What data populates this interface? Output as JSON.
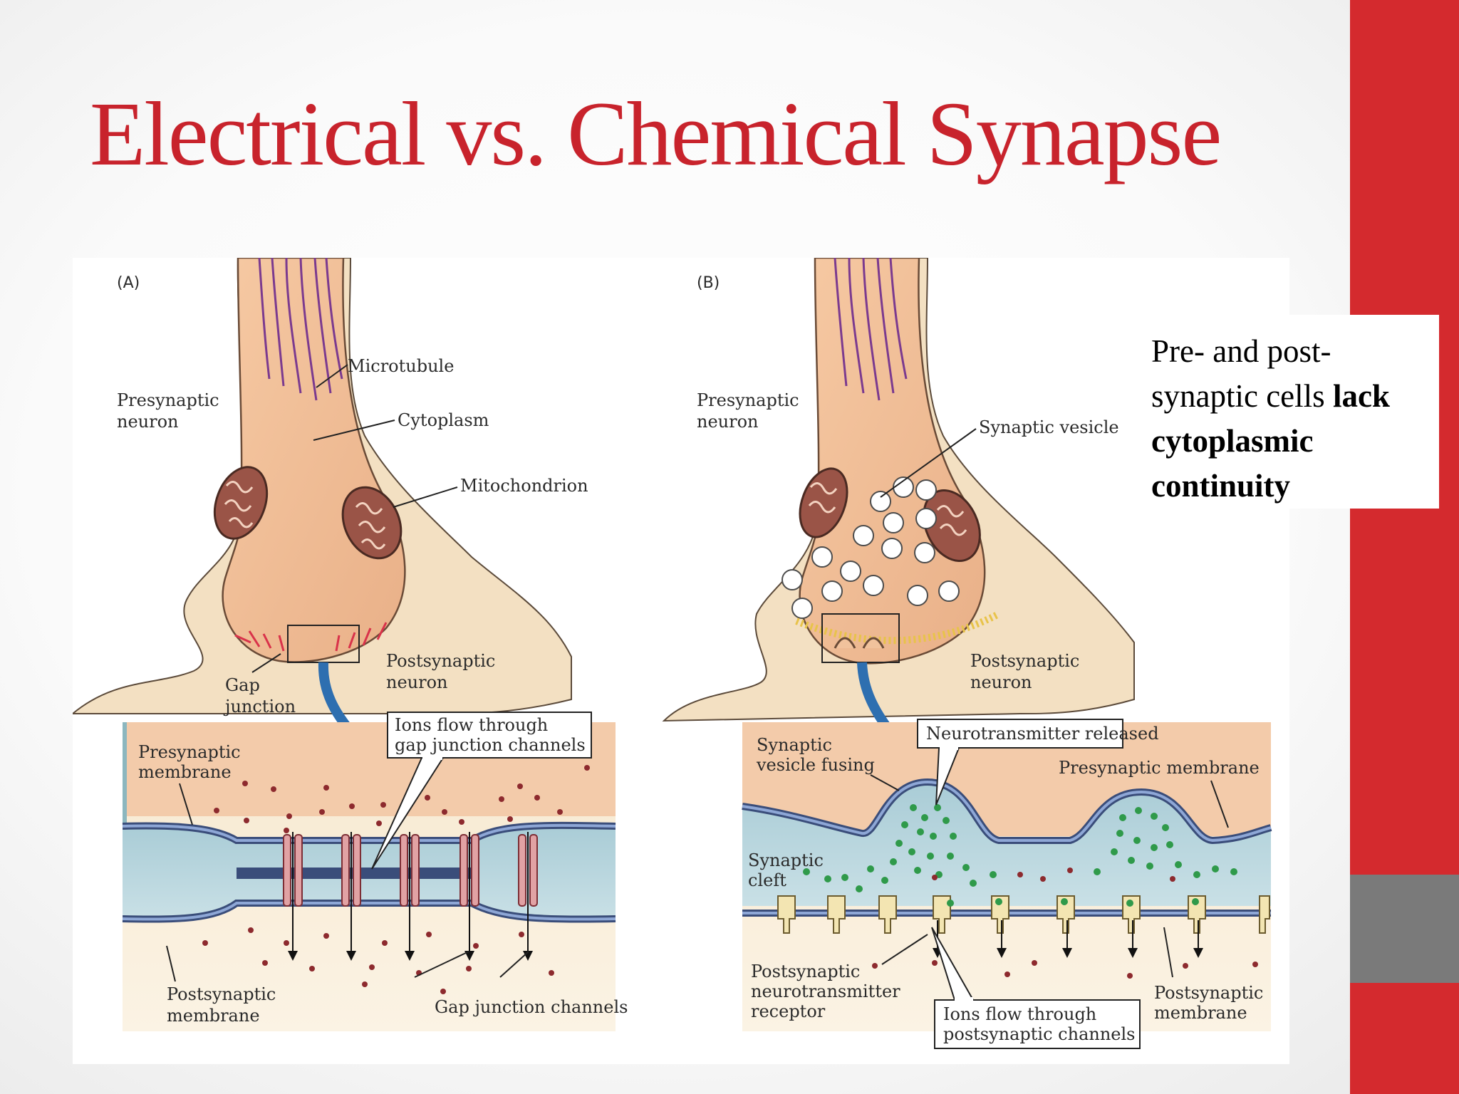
{
  "slide": {
    "title": "Electrical vs. Chemical Synapse",
    "accent_color": "#d42a2e",
    "accent_gray": "#7a7a7a"
  },
  "note": {
    "line1": "Pre- and post-",
    "line2_plain": "synaptic cells ",
    "line2_bold": "lack",
    "line3_bold": "cytoplasmic",
    "line4_bold": "continuity"
  },
  "panel_a": {
    "letter": "(A)",
    "labels": {
      "presynaptic_neuron_1": "Presynaptic",
      "presynaptic_neuron_2": "neuron",
      "microtubule": "Microtubule",
      "cytoplasm": "Cytoplasm",
      "mitochondrion": "Mitochondrion",
      "gap_junction_1": "Gap",
      "gap_junction_2": "junction",
      "postsynaptic_neuron_1": "Postsynaptic",
      "postsynaptic_neuron_2": "neuron",
      "ions_flow_1": "Ions flow through",
      "ions_flow_2": "gap junction channels",
      "presynaptic_membrane_1": "Presynaptic",
      "presynaptic_membrane_2": "membrane",
      "postsynaptic_membrane_1": "Postsynaptic",
      "postsynaptic_membrane_2": "membrane",
      "gap_junction_channels": "Gap junction channels"
    }
  },
  "panel_b": {
    "letter": "(B)",
    "labels": {
      "presynaptic_neuron_1": "Presynaptic",
      "presynaptic_neuron_2": "neuron",
      "synaptic_vesicle": "Synaptic vesicle",
      "postsynaptic_neuron_1": "Postsynaptic",
      "postsynaptic_neuron_2": "neuron",
      "vesicle_fusing_1": "Synaptic",
      "vesicle_fusing_2": "vesicle fusing",
      "neurotransmitter_released": "Neurotransmitter released",
      "presynaptic_membrane": "Presynaptic membrane",
      "synaptic_cleft_1": "Synaptic",
      "synaptic_cleft_2": "cleft",
      "receptor_1": "Postsynaptic",
      "receptor_2": "neurotransmitter",
      "receptor_3": "receptor",
      "ions_flow_1": "Ions flow through",
      "ions_flow_2": "postsynaptic channels",
      "postsynaptic_membrane_1": "Postsynaptic",
      "postsynaptic_membrane_2": "membrane"
    }
  }
}
